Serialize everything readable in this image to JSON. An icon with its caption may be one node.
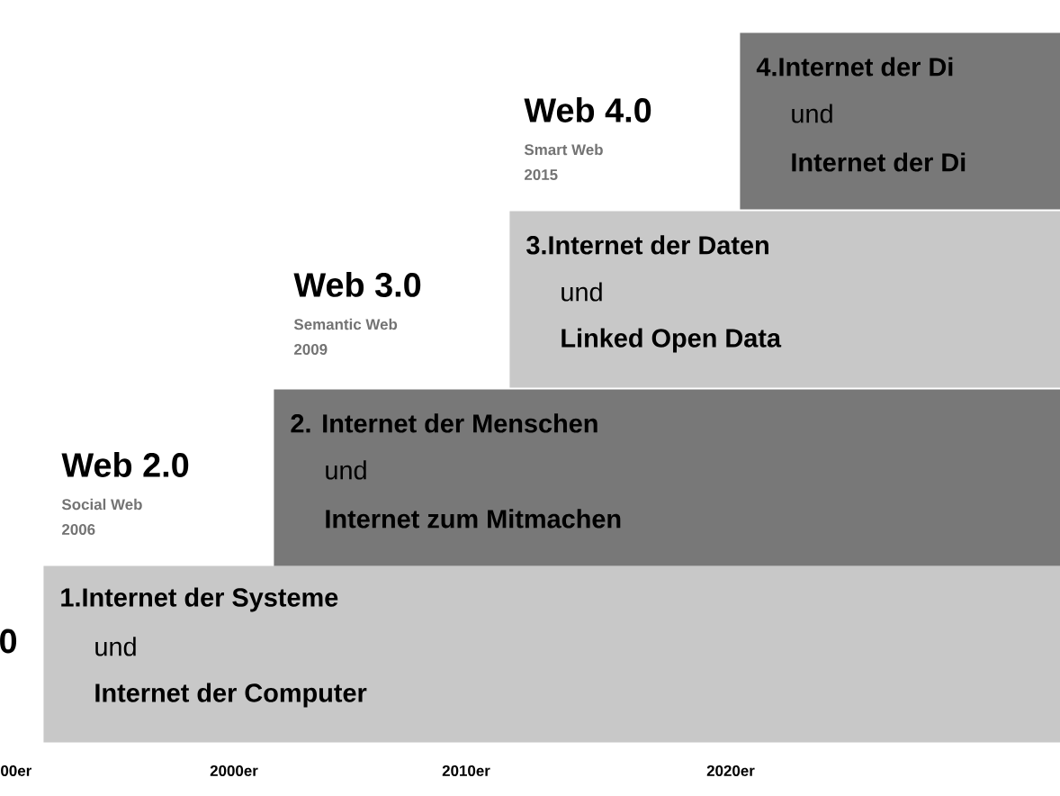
{
  "diagram": {
    "nodes": [
      {
        "text": [
          "1.Internet der Systeme",
          "und",
          "Internet der Computer"
        ],
        "beside": [
          "0"
        ]
      },
      {
        "text": [
          "2. Internet der Menschen",
          "und",
          "Internet zum Mitmachen"
        ],
        "beside": [
          "Web 2.0",
          "Social Web",
          "2006"
        ]
      },
      {
        "text": [
          "3.Internet der Daten",
          "und",
          "Linked Open Data"
        ],
        "beside": [
          "Web 3.0",
          "Semantic Web",
          "2009"
        ]
      },
      {
        "text": [
          "4.Internet der Di",
          "und",
          "Internet der Di"
        ],
        "beside": [
          "Web 4.0",
          "Smart Web",
          "2015"
        ]
      }
    ],
    "labels": [
      "00er",
      "2000er",
      "2010er",
      "2020er"
    ]
  }
}
